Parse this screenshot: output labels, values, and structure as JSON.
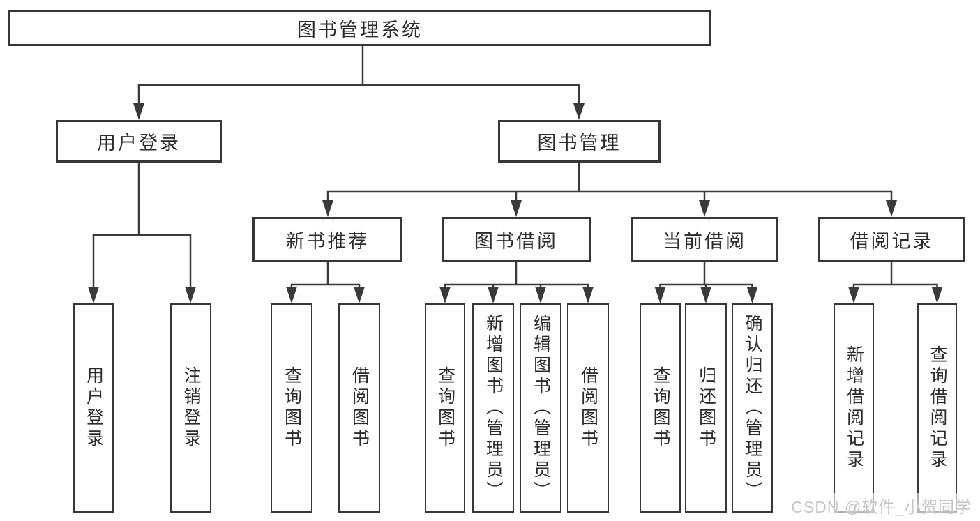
{
  "tree": {
    "root": {
      "label": "图书管理系统"
    },
    "user_login": {
      "label": "用户登录",
      "leaves": [
        "用户登录",
        "注销登录"
      ]
    },
    "book_management": {
      "label": "图书管理",
      "sections": [
        {
          "label": "新书推荐",
          "leaves": [
            "查询图书",
            "借阅图书"
          ]
        },
        {
          "label": "图书借阅",
          "leaves": [
            "查询图书",
            "新增图书（管理员）",
            "编辑图书（管理员）",
            "借阅图书"
          ]
        },
        {
          "label": "当前借阅",
          "leaves": [
            "查询图书",
            "归还图书",
            "确认归还（管理员）"
          ]
        },
        {
          "label": "借阅记录",
          "leaves": [
            "新增借阅记录",
            "查询借阅记录"
          ]
        }
      ]
    }
  },
  "watermark": {
    "text": "CSDN @软件_小贺同学"
  },
  "colors": {
    "line": "#3a3a3a",
    "box_border": "#373737",
    "text": "#2b2b2b",
    "background": "#ffffff",
    "watermark_text": "#c4c5c8"
  }
}
